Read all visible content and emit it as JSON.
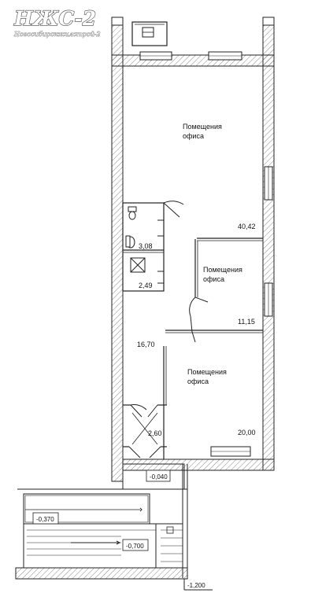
{
  "logo": {
    "title": "НЖС-2",
    "subtitle": "Новосибирскжилстрой-2"
  },
  "rooms": [
    {
      "id": "office-1",
      "name_line1": "Помещения",
      "name_line2": "офиса",
      "area": "40,42"
    },
    {
      "id": "office-2",
      "name_line1": "Помещения",
      "name_line2": "офиса",
      "area": "11,15"
    },
    {
      "id": "office-3",
      "name_line1": "Помещения",
      "name_line2": "офиса",
      "area": "20,00"
    },
    {
      "id": "wc",
      "area": "3,08"
    },
    {
      "id": "shower",
      "area": "2,49"
    },
    {
      "id": "corridor",
      "area": "16,70"
    },
    {
      "id": "vestibule",
      "area": "2,60"
    }
  ],
  "levels": {
    "entrance": "-0,040",
    "landing": "-0,370",
    "lower_landing": "-0,700",
    "ground": "-1,200"
  }
}
